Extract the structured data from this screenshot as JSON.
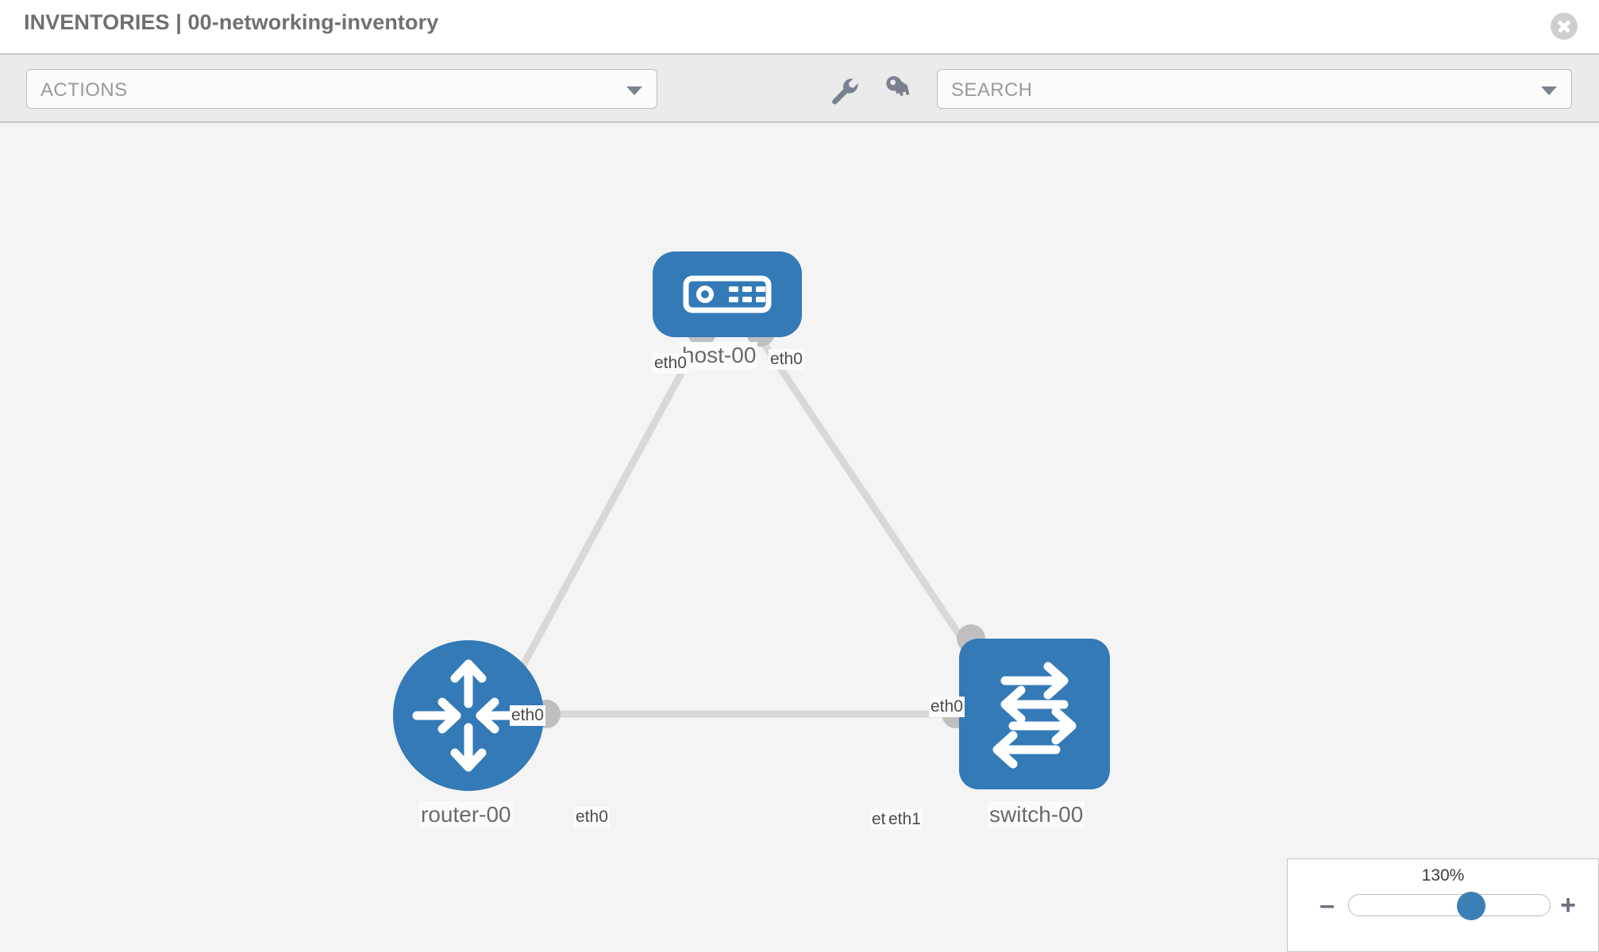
{
  "header": {
    "title": "INVENTORIES | 00-networking-inventory",
    "close_icon": "close-circle-icon"
  },
  "toolbar": {
    "actions_label": "ACTIONS",
    "actions_caret_icon": "chevron-down-icon",
    "wrench_icon": "wrench-icon",
    "key_icon": "key-icon",
    "search_placeholder": "SEARCH",
    "search_caret_icon": "chevron-down-icon"
  },
  "topology": {
    "nodes": [
      {
        "id": "host-00",
        "label": "host-00",
        "icon": "server-icon",
        "color": "#337ab7",
        "shape": "rounded-rect"
      },
      {
        "id": "router-00",
        "label": "router-00",
        "icon": "router-arrows-icon",
        "color": "#337ab7",
        "shape": "circle"
      },
      {
        "id": "switch-00",
        "label": "switch-00",
        "icon": "switch-arrows-icon",
        "color": "#337ab7",
        "shape": "rounded-square"
      }
    ],
    "interfaces": {
      "host_left": "eth0",
      "host_right": "eth0",
      "router_up": "eth0",
      "router_right": "eth0",
      "switch_up": "eth0",
      "switch_left_a": "eth",
      "switch_left_b": "eth1"
    },
    "link_color": "#d8d8d8"
  },
  "zoom": {
    "value_label": "130%",
    "minus_label": "–",
    "plus_label": "+",
    "percent": 62
  }
}
